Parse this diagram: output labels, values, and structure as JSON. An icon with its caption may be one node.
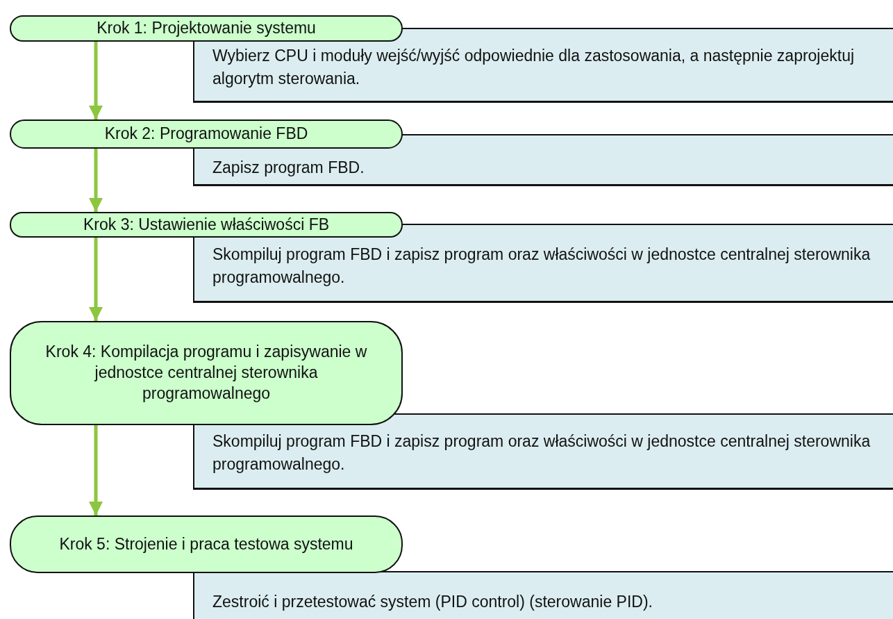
{
  "diagram": {
    "nodes": [
      {
        "text": [
          "Krok 1: Projektowanie systemu"
        ]
      },
      {
        "text": [
          "Wybierz CPU i moduły wejść/wyjść odpowiednie dla zastosowania, a następnie zaprojektuj algorytm sterowania."
        ]
      },
      {
        "text": [
          "Krok 2: Programowanie FBD"
        ]
      },
      {
        "text": [
          "Zapisz program FBD."
        ]
      },
      {
        "text": [
          "Krok 3: Ustawienie właściwości FB"
        ]
      },
      {
        "text": [
          "Skompiluj program FBD i zapisz program oraz właściwości w jednostce centralnej sterownika programowalnego."
        ]
      },
      {
        "text": [
          "Krok 4: Kompilacja programu i zapisywanie w jednostce centralnej sterownika programowalnego"
        ]
      },
      {
        "text": [
          "Skompiluj program FBD i zapisz program oraz właściwości w jednostce centralnej sterownika programowalnego."
        ]
      },
      {
        "text": [
          "Krok 5: Strojenie i praca testowa systemu"
        ]
      },
      {
        "text": [
          "Zestroić i przetestować system (PID control) (sterowanie PID)."
        ]
      }
    ],
    "edges": [
      {
        "from": 0,
        "to": 2,
        "arrow": "to"
      },
      {
        "from": 2,
        "to": 4,
        "arrow": "to"
      },
      {
        "from": 4,
        "to": 6,
        "arrow": "to"
      },
      {
        "from": 6,
        "to": 8,
        "arrow": "to"
      }
    ]
  }
}
